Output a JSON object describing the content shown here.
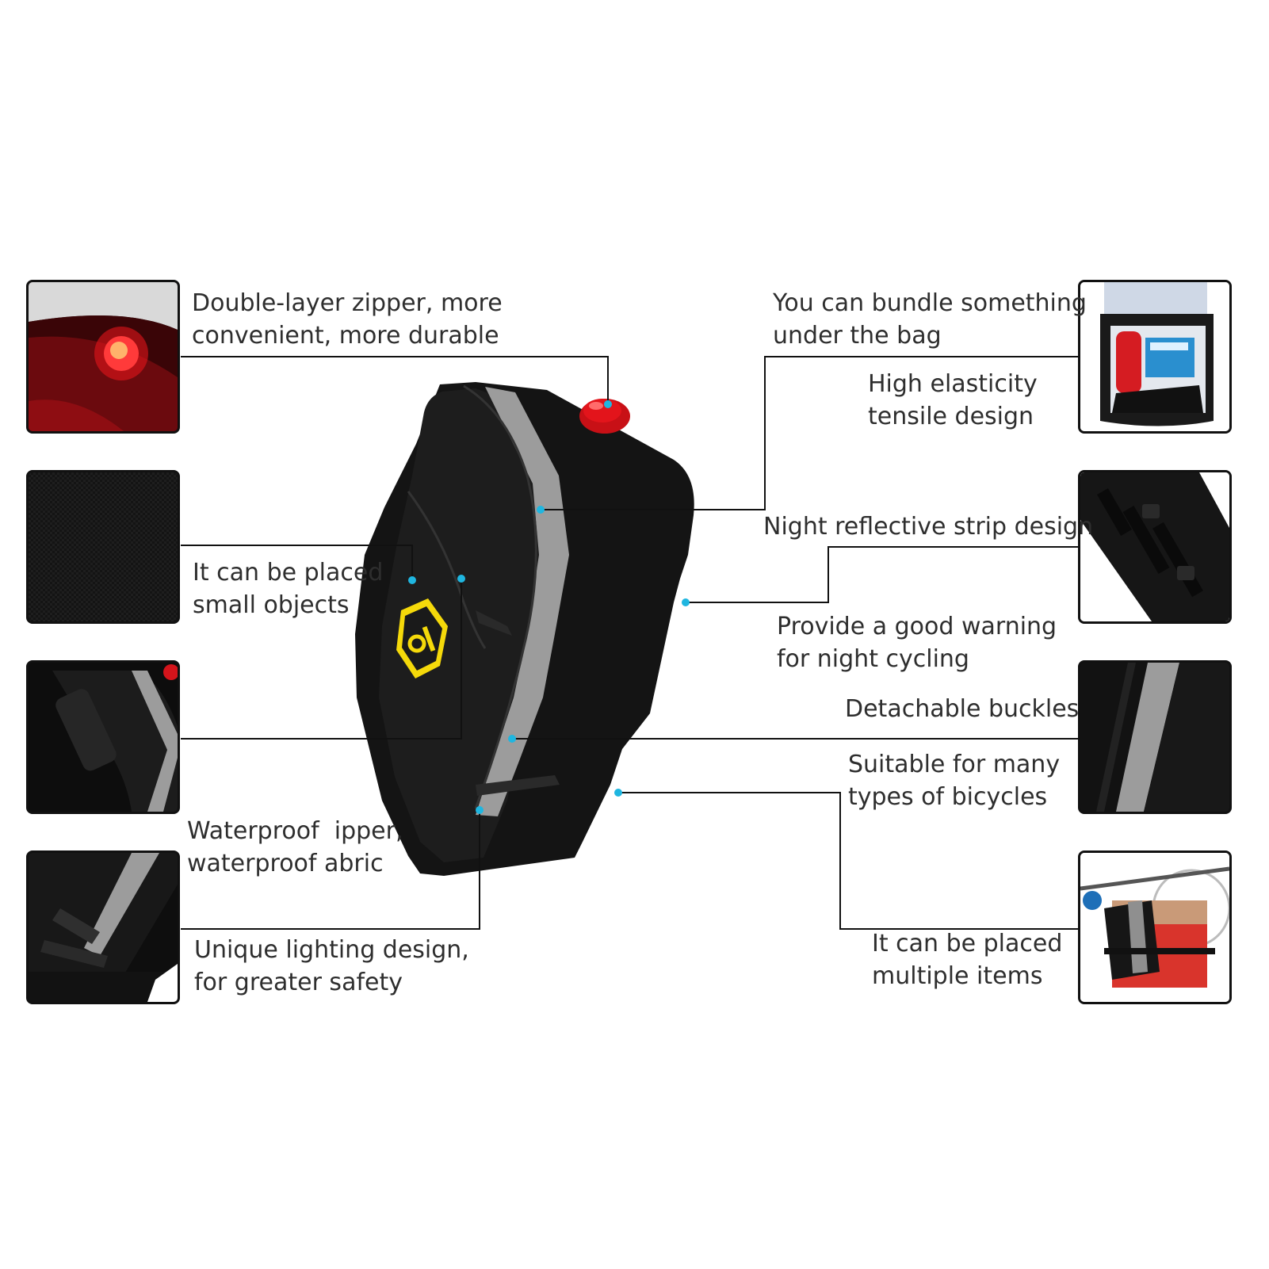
{
  "colors": {
    "callout_dot": "#1fb6e0",
    "leader_line": "#111111",
    "bag_body": "#151515",
    "reflective_strip": "#9c9c9c",
    "tail_light": "#e3141b",
    "logo_badge": "#f5d90a",
    "label_text": "#2e2e2e"
  },
  "labels": {
    "zipper": [
      "Double-layer zipper, more",
      "convenient, more durable"
    ],
    "small_objects": [
      "It can be placed",
      "small objects"
    ],
    "waterproof": [
      "Waterproof  ipper,",
      "waterproof abric"
    ],
    "lighting": [
      "Unique lighting design,",
      "for greater safety"
    ],
    "bundle": [
      "You can bundle something",
      "under the bag"
    ],
    "elastic": [
      "High elasticity",
      "tensile design"
    ],
    "reflective": [
      "Night reflective strip design"
    ],
    "warning": [
      "Provide a good warning",
      "for night cycling"
    ],
    "buckles": [
      "Detachable buckles"
    ],
    "bicycles": [
      "Suitable for many",
      "types of bicycles"
    ],
    "multiple": [
      "It can be placed",
      "multiple items"
    ]
  },
  "thumbnails": {
    "left": [
      "tail-light-closeup",
      "fabric-texture-closeup",
      "side-pocket-closeup",
      "zipper-pull-closeup"
    ],
    "right": [
      "open-bag-contents",
      "buckle-straps-closeup",
      "reflective-strip-closeup",
      "bag-on-bicycle-rack"
    ]
  }
}
